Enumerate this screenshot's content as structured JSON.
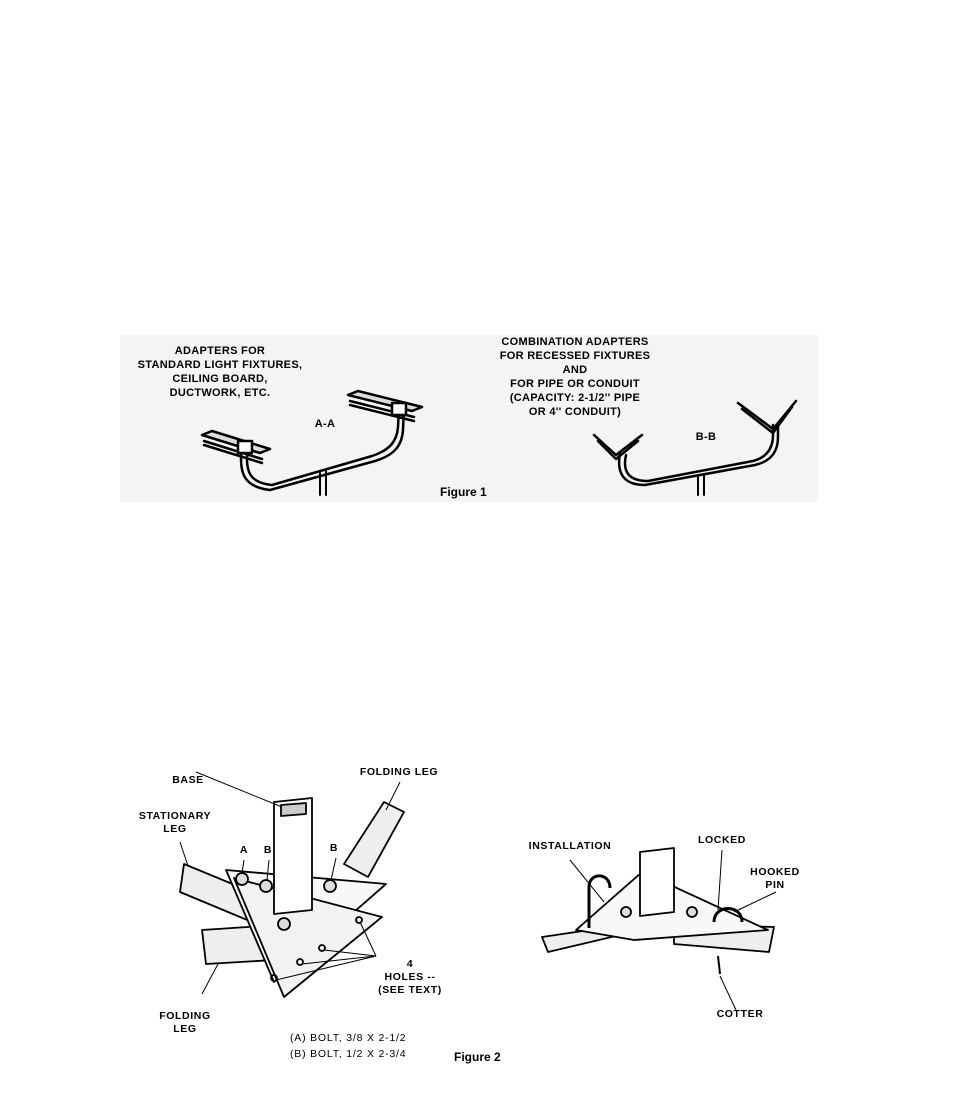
{
  "figure1": {
    "caption": "Figure 1",
    "left_label": "ADAPTERS FOR\nSTANDARD LIGHT FIXTURES,\nCEILING BOARD,\nDUCTWORK, ETC.",
    "right_label": "COMBINATION ADAPTERS\nFOR RECESSED FIXTURES\nAND\nFOR PIPE OR CONDUIT\n(CAPACITY:  2-1/2'' PIPE\nOR 4'' CONDUIT)",
    "section_aa": "A-A",
    "section_bb": "B-B"
  },
  "figure2": {
    "caption": "Figure 2",
    "base": "BASE",
    "folding_leg_top": "FOLDING LEG",
    "stationary_leg": "STATIONARY\nLEG",
    "bolt_a": "A",
    "bolt_b1": "B",
    "bolt_b2": "B",
    "holes": "4\nHOLES --\n(SEE TEXT)",
    "folding_leg_bottom": "FOLDING\nLEG",
    "key_a": "(A)   BOLT,  3/8 X 2-1/2",
    "key_b": "(B)   BOLT,  1/2 X 2-3/4",
    "installation": "INSTALLATION",
    "locked": "LOCKED",
    "hooked_pin": "HOOKED\nPIN",
    "cotter": "COTTER"
  }
}
